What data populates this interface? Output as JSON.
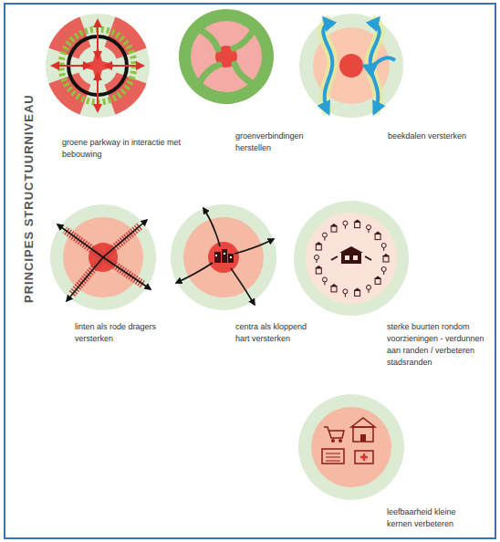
{
  "diagram": {
    "title": "PRINCIPES STRUCTUURNIVEAU",
    "labels": [
      "groene parkway in interactie met bebouwing",
      "groenverbindingen herstellen",
      "beekdalen versterken",
      "linten als rode dragers versterken",
      "centra als kloppend hart versterken",
      "sterke buurten rondom voorzieningen - verdunnen aan randen / verbeteren stadsranden",
      "leefbaarheid kleine kernen verbeteren"
    ]
  }
}
